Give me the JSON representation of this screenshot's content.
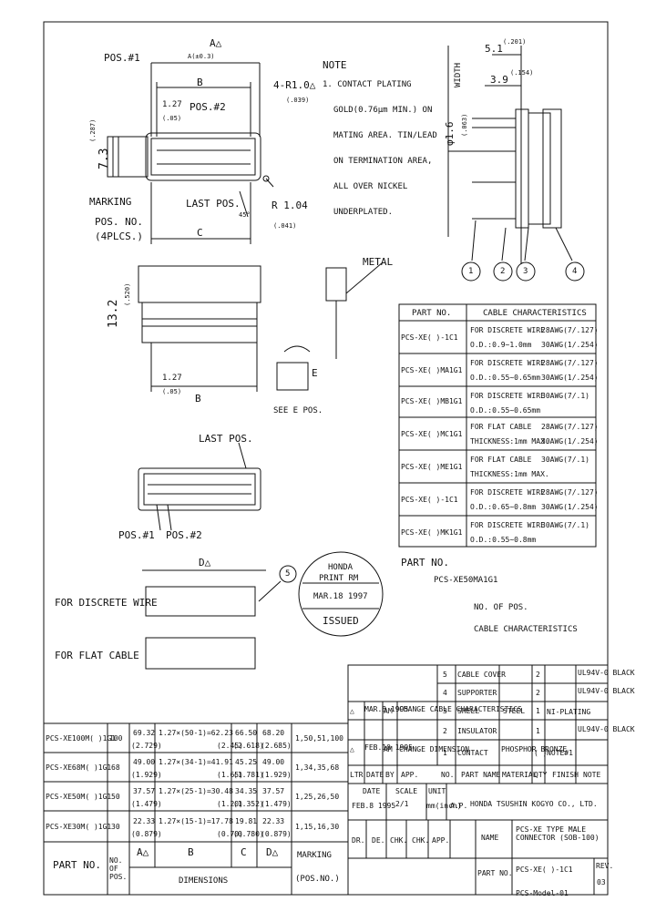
{
  "drawing": {
    "top_dims": {
      "pos1": "POS.#1",
      "pos2": "POS.#2",
      "a": "A△",
      "a_sub": "A(±0.3)",
      "b": "B",
      "c": "C",
      "pitch": "1.27",
      "pitch_sub": "(.05)",
      "height": "7.3",
      "height_sub": "(.287)",
      "marking": "MARKING",
      "pos_no": "POS. NO.",
      "pos_no2": "(4PLCS.)",
      "last_pos": "LAST POS.",
      "hole": "4-R1.0△",
      "hole_sub": "(.039)",
      "radius": "R 1.04",
      "radius_sub": "(.041)",
      "angle": "45°"
    },
    "note": {
      "title": "NOTE",
      "lines": [
        "1. CONTACT PLATING",
        "GOLD(0.76μm MIN.) ON",
        "MATING AREA. TIN/LEAD",
        "ON TERMINATION AREA,",
        "ALL OVER NICKEL",
        "UNDERPLATED."
      ]
    },
    "side_dims": {
      "d1": "5.1",
      "d1_sub": "(.201)",
      "d2": "3.9",
      "d2_sub": "(.154)",
      "width": "WIDTH",
      "dia": "φ1.6",
      "dia_sub": "(.063)",
      "balloons": [
        "1",
        "2",
        "3",
        "4"
      ]
    },
    "front_dims": {
      "h": "13.2",
      "h_sub": "(.520)",
      "pitch": "1.27",
      "pitch_sub": "(.05)",
      "b": "B",
      "metal": "METAL",
      "e": "E",
      "detail": "SEE E POS."
    },
    "bottom_view": {
      "last_pos": "LAST POS.",
      "pos1": "POS.#1",
      "pos2": "POS.#2"
    },
    "cable_views": {
      "d": "D△",
      "balloon": "5",
      "discrete": "FOR DISCRETE WIRE",
      "flat": "FOR FLAT CABLE"
    },
    "stamp": {
      "top": "HONDA",
      "mid": "PRINT RM",
      "date": "MAR.18 1997",
      "issued": "ISSUED"
    }
  },
  "cable_table": {
    "headers": [
      "PART NO.",
      "CABLE CHARACTERISTICS"
    ],
    "rows": [
      {
        "part": "PCS-XE( )-1C1",
        "l1": "FOR DISCRETE WIRE",
        "l2": "O.D.:0.9~1.0mm",
        "r1": "28AWG(7/.127)",
        "r2": "30AWG(1/.254)"
      },
      {
        "part": "PCS-XE( )MA1G1",
        "l1": "FOR DISCRETE WIRE",
        "l2": "O.D.:0.55~0.65mm",
        "r1": "28AWG(7/.127)",
        "r2": "30AWG(1/.254)"
      },
      {
        "part": "PCS-XE( )MB1G1",
        "l1": "FOR DISCRETE WIRE",
        "l2": "O.D.:0.55~0.65mm",
        "r1": "30AWG(7/.1)",
        "r2": ""
      },
      {
        "part": "PCS-XE( )MC1G1",
        "l1": "FOR FLAT CABLE",
        "l2": "THICKNESS:1mm MAX.",
        "r1": "28AWG(7/.127)",
        "r2": "30AWG(1/.254)"
      },
      {
        "part": "PCS-XE( )ME1G1",
        "l1": "FOR FLAT CABLE",
        "l2": "THICKNESS:1mm MAX.",
        "r1": "30AWG(7/.1)",
        "r2": ""
      },
      {
        "part": "PCS-XE( )-1C1",
        "l1": "FOR DISCRETE WIRE",
        "l2": "O.D.:0.65~0.8mm",
        "r1": "28AWG(7/.127)",
        "r2": "30AWG(1/.254)"
      },
      {
        "part": "PCS-XE( )MK1G1",
        "l1": "FOR DISCRETE WIRE",
        "l2": "O.D.:0.55~0.8mm",
        "r1": "30AWG(7/.1)",
        "r2": ""
      }
    ]
  },
  "part_no": {
    "label": "PART NO.",
    "example": "PCS-XE50MA1G1",
    "no_pos": "NO. OF POS.",
    "cable": "CABLE CHARACTERISTICS"
  },
  "bom": {
    "rows": [
      {
        "no": "5",
        "name": "CABLE COVER",
        "mat": "",
        "qty": "2",
        "note": "UL94V-0 BLACK"
      },
      {
        "no": "4",
        "name": "SUPPORTER",
        "mat": "",
        "qty": "2",
        "note": "UL94V-0 BLACK"
      },
      {
        "no": "3",
        "name": "SHELL",
        "mat": "STEEL",
        "qty": "1",
        "note": "NI-PLATING"
      },
      {
        "no": "2",
        "name": "INSULATOR",
        "mat": "",
        "qty": "1",
        "note": "UL94V-0 BLACK"
      },
      {
        "no": "1",
        "name": "CONTACT",
        "mat": "PHOSPHOR BRONZE",
        "qty": "( )",
        "note": "NOTE#1"
      }
    ],
    "header": [
      "LTR",
      "DATE",
      "BY",
      "APP.",
      "NO.",
      "PART NAME",
      "MATERIAL",
      "QTY",
      "FINISH",
      "NOTE"
    ],
    "revisions": [
      {
        "ltr": "△",
        "date": "MAR.8 1995",
        "by": "AM",
        "text": "CHANGE CABLE CHARACTERISTICS"
      },
      {
        "ltr": "△",
        "date": "FEB.10 1995",
        "by": "AM",
        "text": "CHANGE DIMENSION"
      }
    ]
  },
  "title_block": {
    "date_label": "DATE",
    "date": "FEB.8 1995",
    "scale_label": "SCALE",
    "scale": "2/1",
    "unit_label": "UNIT",
    "unit": "mm(inch)",
    "ap": "A.P.",
    "company": "HONDA TSUSHIN KOGYO CO., LTD.",
    "sign_cols": [
      "DR.",
      "DE.",
      "CHK.",
      "CHK.",
      "APP."
    ],
    "name_label": "NAME",
    "name": "PCS-XE TYPE MALE CONNECTOR (SOB-100)",
    "partno_label": "PART NO.",
    "partno": "PCS-XE( )-1C1",
    "rev": "REV.",
    "rev_val": "03",
    "drawing_no": "PCS-Model-01"
  },
  "dim_table": {
    "rows": [
      {
        "part": "PCS-XE100M( )1G1",
        "pos": "100",
        "a": "69.32",
        "a_in": "(2.729)",
        "b": "1.27×(50-1)=62.23",
        "b_in": "(2.45)",
        "c": "66.50",
        "c_in": "(2.618)",
        "d": "68.20",
        "d_in": "(2.685)",
        "mark": "1,50,51,100"
      },
      {
        "part": "PCS-XE68M( )1G1",
        "pos": "68",
        "a": "49.00",
        "a_in": "(1.929)",
        "b": "1.27×(34-1)=41.91",
        "b_in": "(1.65)",
        "c": "45.25",
        "c_in": "(1.781)",
        "d": "49.00",
        "d_in": "(1.929)",
        "mark": "1,34,35,68"
      },
      {
        "part": "PCS-XE50M( )1G1",
        "pos": "50",
        "a": "37.57",
        "a_in": "(1.479)",
        "b": "1.27×(25-1)=30.48",
        "b_in": "(1.20)",
        "c": "34.35",
        "c_in": "(1.352)",
        "d": "37.57",
        "d_in": "(1.479)",
        "mark": "1,25,26,50"
      },
      {
        "part": "PCS-XE30M( )1G1",
        "pos": "30",
        "a": "22.33",
        "a_in": "(0.879)",
        "b": "1.27×(15-1)=17.78",
        "b_in": "(0.70)",
        "c": "19.81",
        "c_in": "(0.780)",
        "d": "22.33",
        "d_in": "(0.879)",
        "mark": "1,15,16,30"
      }
    ],
    "head": {
      "part": "PART NO.",
      "pos": "NO. OF POS.",
      "a": "A△",
      "b": "B",
      "c": "C",
      "d": "D△",
      "marking": "MARKING",
      "dims": "DIMENSIONS",
      "posno": "(POS.NO.)"
    }
  }
}
